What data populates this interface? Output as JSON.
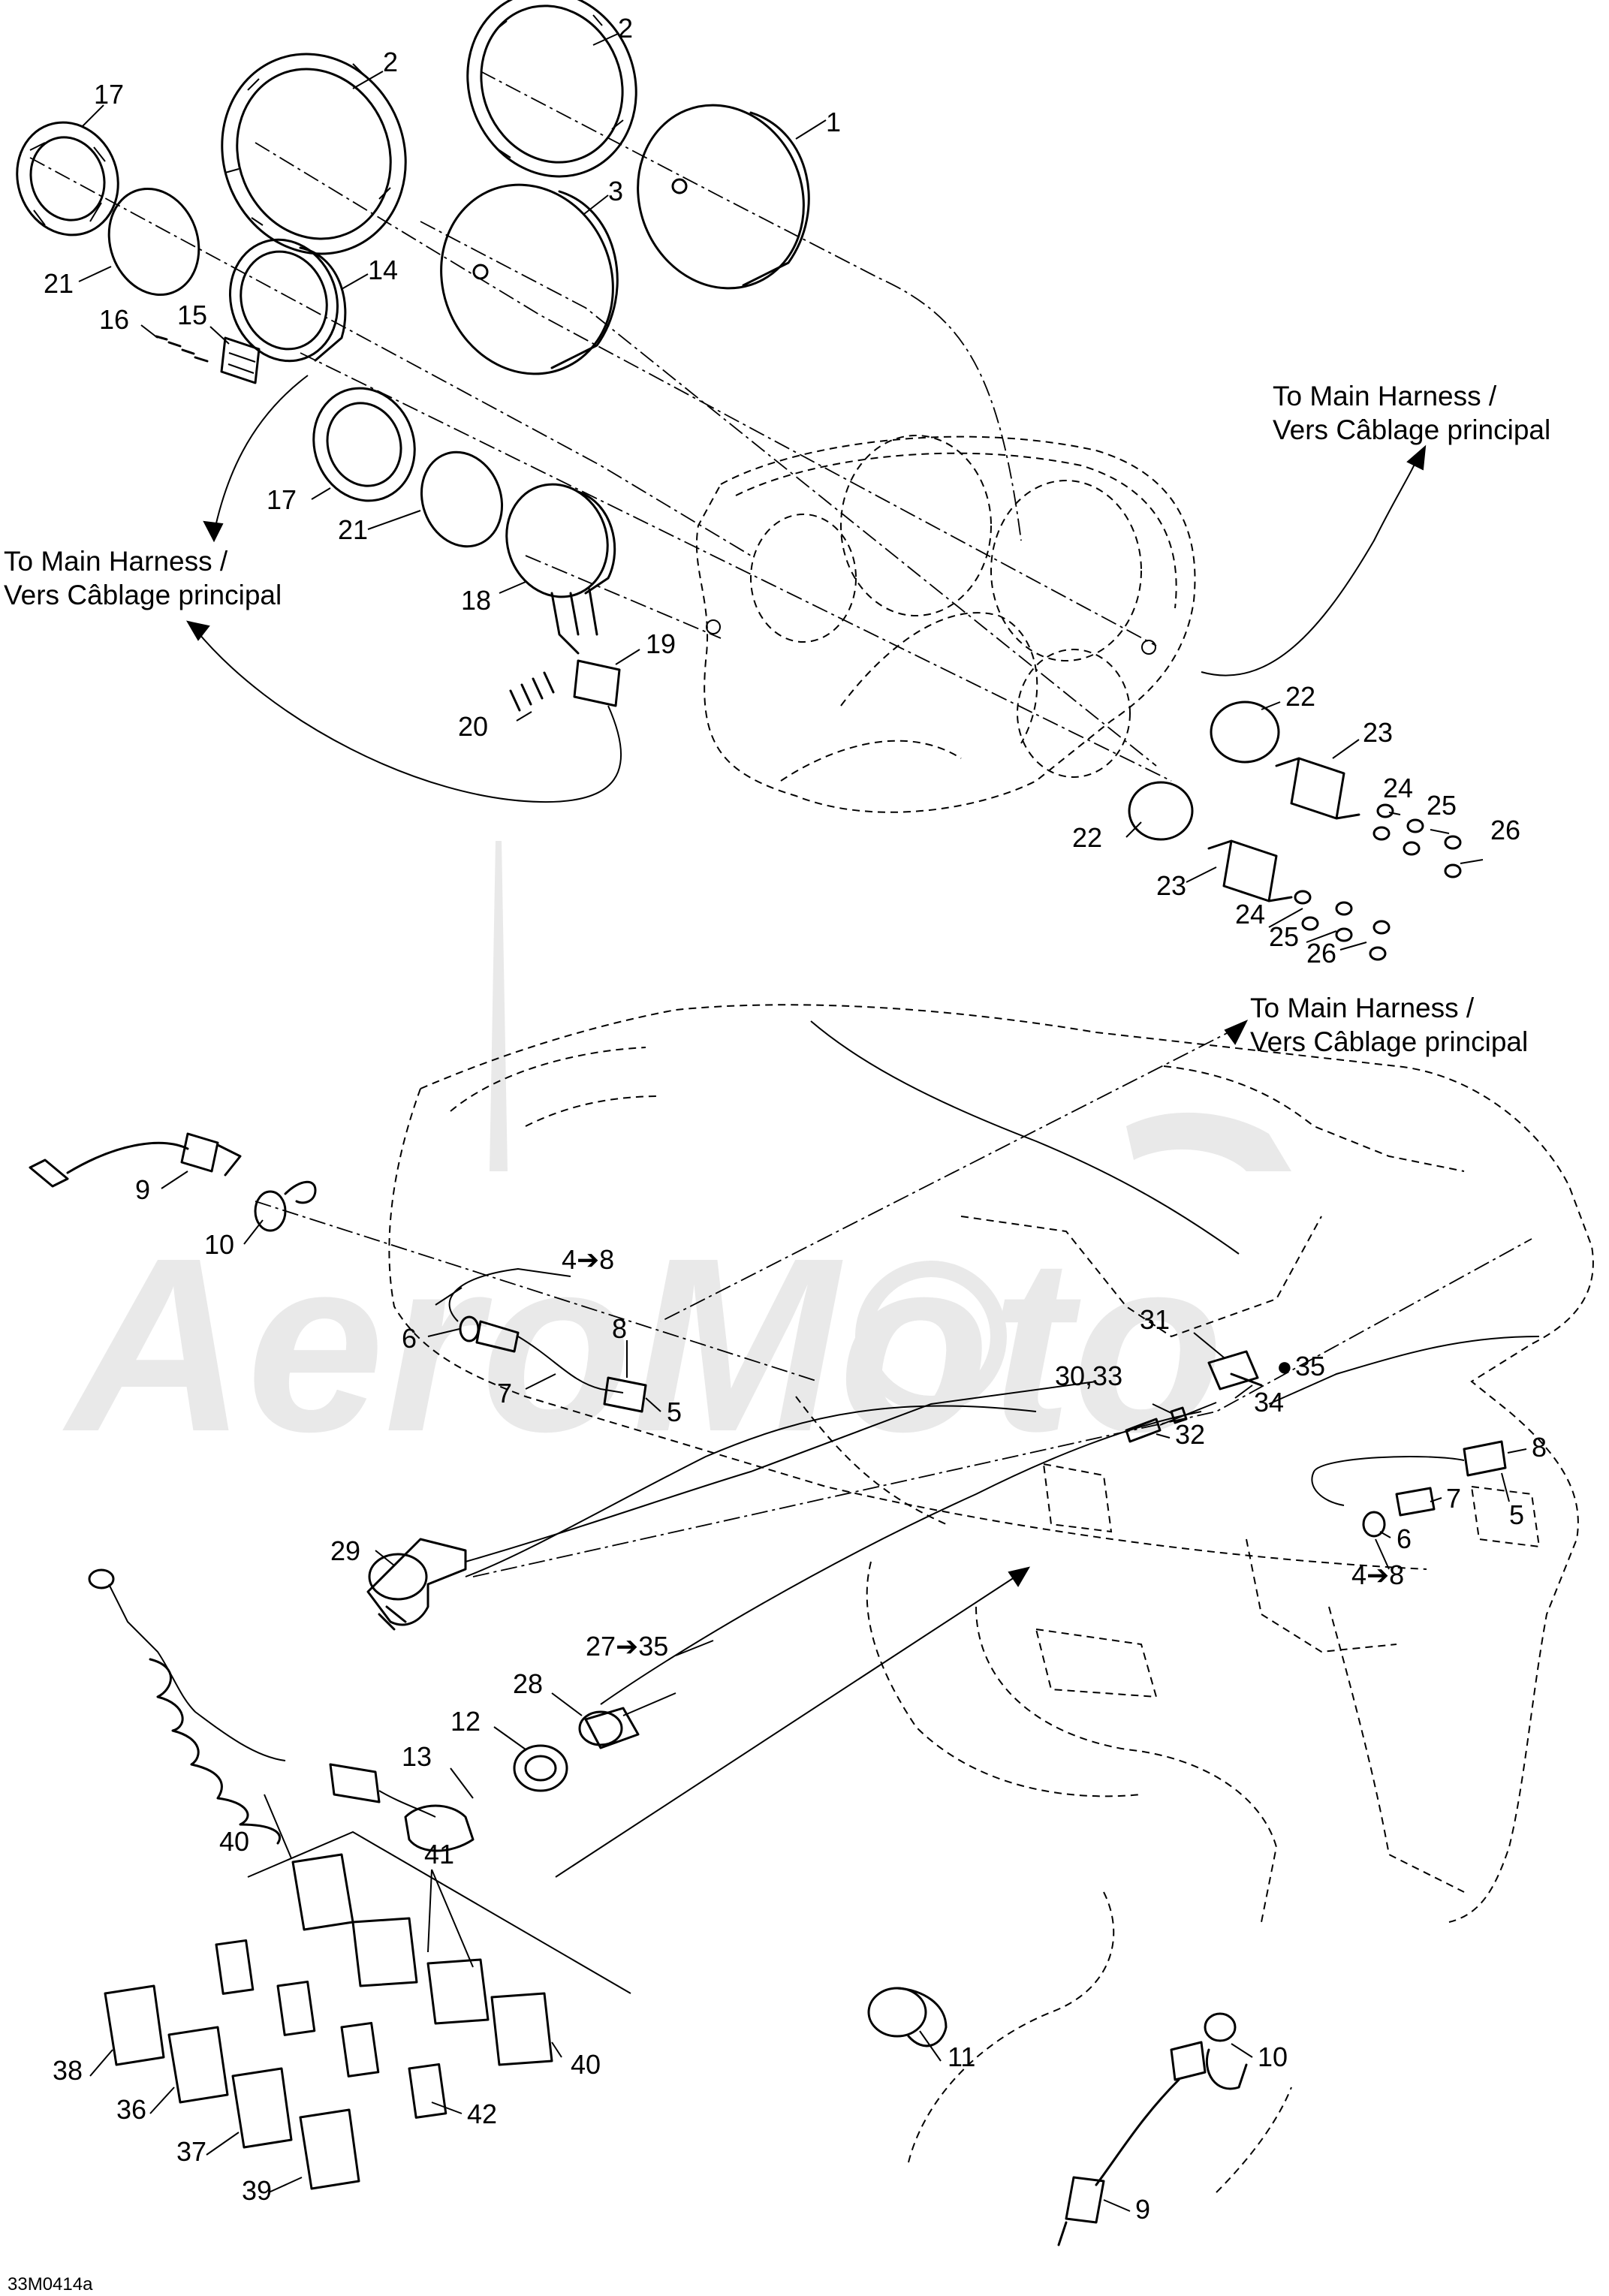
{
  "figure_id": "33M0414a",
  "harness": {
    "line1": "To Main Harness /",
    "line2": "Vers Câblage principal"
  },
  "watermark": "AeroMoto",
  "callouts": {
    "c1": "1",
    "c2": "2",
    "c3": "3",
    "c5": "5",
    "c6": "6",
    "c7": "7",
    "c8": "8",
    "c9": "9",
    "c10": "10",
    "c11": "11",
    "c12": "12",
    "c13": "13",
    "c14": "14",
    "c15": "15",
    "c16": "16",
    "c17": "17",
    "c18": "18",
    "c19": "19",
    "c20": "20",
    "c21": "21",
    "c22": "22",
    "c23": "23",
    "c24": "24",
    "c25": "25",
    "c26": "26",
    "c28": "28",
    "c29": "29",
    "c30_33": "30,33",
    "c31": "31",
    "c32": "32",
    "c34": "34",
    "c35": "35",
    "c4_8": "4➔8",
    "c27_35": "27➔35",
    "c36": "36",
    "c37": "37",
    "c38": "38",
    "c39": "39",
    "c40": "40",
    "c41": "41",
    "c42": "42"
  }
}
